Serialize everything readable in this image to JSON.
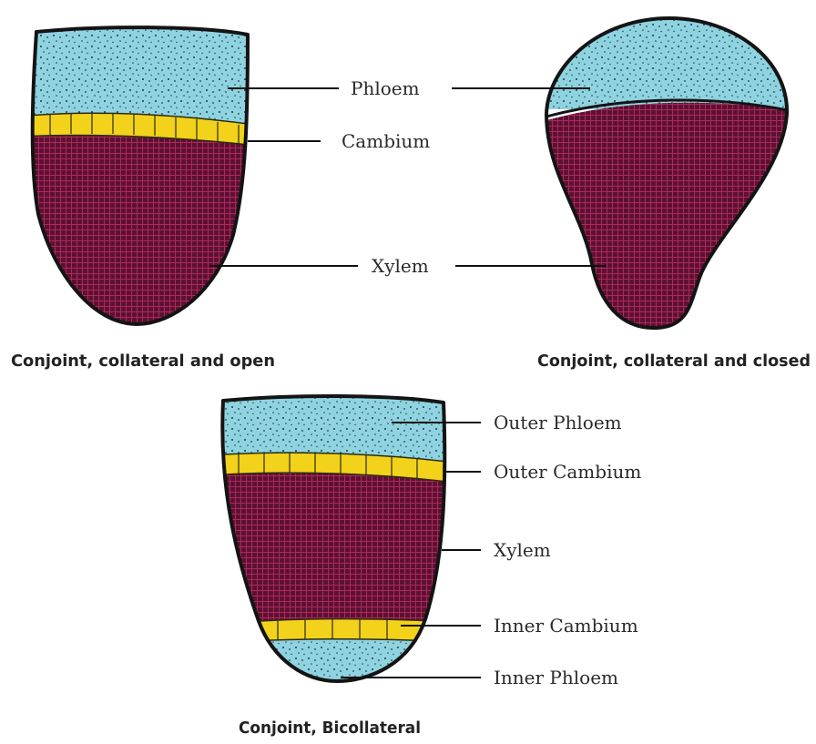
{
  "colors": {
    "phloem": "#8fd3e0",
    "xylem": "#5a1232",
    "xylem_grid": "#c02a62",
    "cambium": "#f2d21b",
    "outline": "#141414"
  },
  "diagrams": {
    "open": {
      "caption": "Conjoint, collateral and open",
      "labels": {
        "phloem": "Phloem",
        "cambium": "Cambium",
        "xylem": "Xylem"
      }
    },
    "closed": {
      "caption": "Conjoint, collateral and closed"
    },
    "bicollateral": {
      "caption": "Conjoint, Bicollateral",
      "labels": {
        "outer_phloem": "Outer Phloem",
        "outer_cambium": "Outer Cambium",
        "xylem": "Xylem",
        "inner_cambium": "Inner Cambium",
        "inner_phloem": "Inner Phloem"
      }
    }
  }
}
